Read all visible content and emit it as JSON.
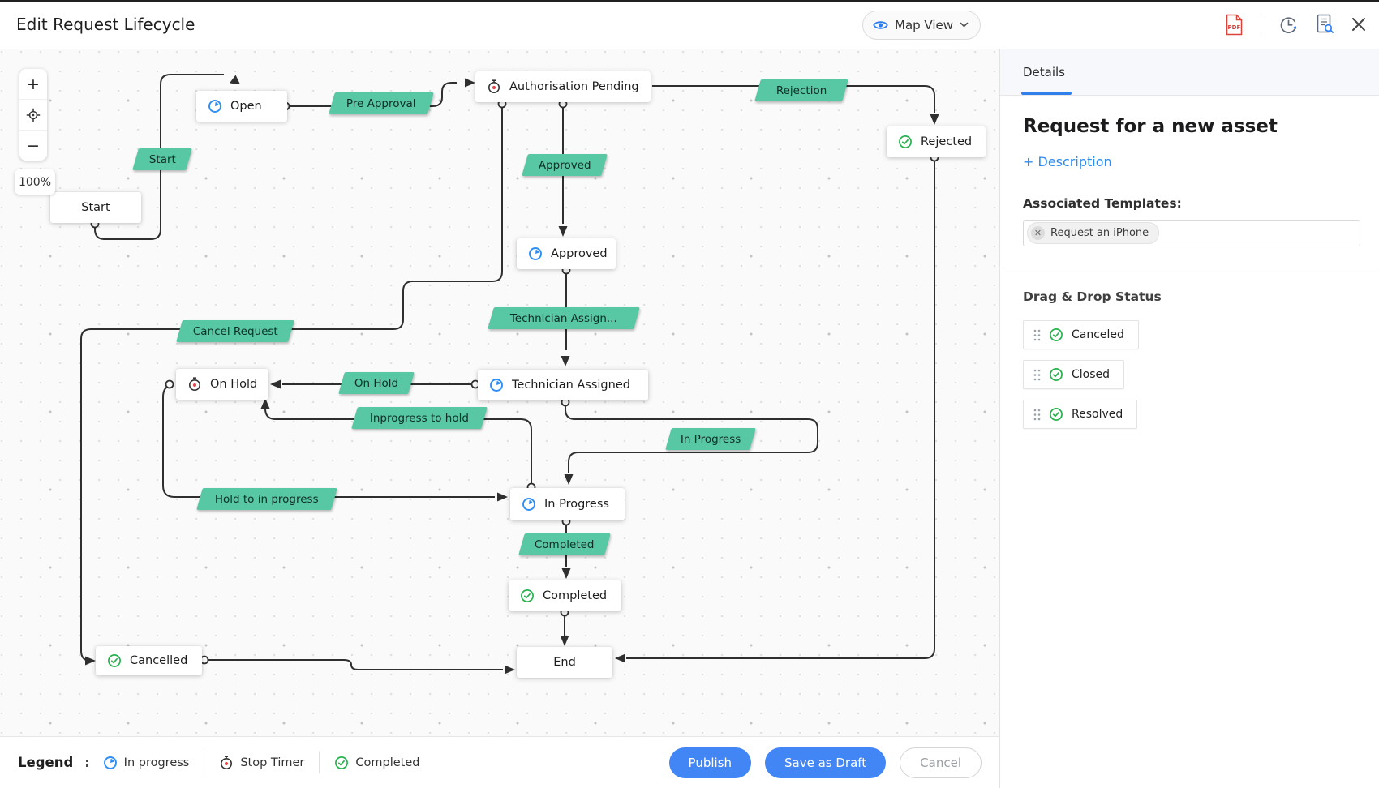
{
  "header": {
    "title": "Edit Request Lifecycle",
    "view_selector": "Map View"
  },
  "canvas": {
    "zoom_level": "100%",
    "zoom_in": "+",
    "zoom_out": "−",
    "nodes": [
      {
        "id": "start",
        "label": "Start",
        "icon": null
      },
      {
        "id": "open",
        "label": "Open",
        "icon": "in-progress"
      },
      {
        "id": "auth-pending",
        "label": "Authorisation Pending",
        "icon": "stop-timer"
      },
      {
        "id": "rejected",
        "label": "Rejected",
        "icon": "completed"
      },
      {
        "id": "approved",
        "label": "Approved",
        "icon": "in-progress"
      },
      {
        "id": "technician-assigned",
        "label": "Technician Assigned",
        "icon": "in-progress"
      },
      {
        "id": "on-hold",
        "label": "On Hold",
        "icon": "stop-timer"
      },
      {
        "id": "in-progress",
        "label": "In Progress",
        "icon": "in-progress"
      },
      {
        "id": "completed",
        "label": "Completed",
        "icon": "completed"
      },
      {
        "id": "cancelled",
        "label": "Cancelled",
        "icon": "completed"
      },
      {
        "id": "end",
        "label": "End",
        "icon": null
      }
    ],
    "transitions": [
      {
        "id": "t-start",
        "label": "Start"
      },
      {
        "id": "t-pre-approval",
        "label": "Pre Approval"
      },
      {
        "id": "t-rejection",
        "label": "Rejection"
      },
      {
        "id": "t-approved",
        "label": "Approved"
      },
      {
        "id": "t-technician-assign",
        "label": "Technician Assign..."
      },
      {
        "id": "t-cancel-request",
        "label": "Cancel Request"
      },
      {
        "id": "t-on-hold",
        "label": "On Hold"
      },
      {
        "id": "t-inprogress-to-hold",
        "label": "Inprogress to hold"
      },
      {
        "id": "t-in-progress",
        "label": "In Progress"
      },
      {
        "id": "t-hold-to-in-progress",
        "label": "Hold to in progress"
      },
      {
        "id": "t-completed",
        "label": "Completed"
      }
    ]
  },
  "sidebar": {
    "tab": "Details",
    "request_title": "Request for a new asset",
    "description_link": "+ Description",
    "associated_templates_label": "Associated Templates:",
    "template_chip": "Request an iPhone",
    "drag_drop_heading": "Drag & Drop Status",
    "statuses": [
      {
        "label": "Canceled",
        "icon": "completed"
      },
      {
        "label": "Closed",
        "icon": "completed"
      },
      {
        "label": "Resolved",
        "icon": "completed"
      }
    ]
  },
  "legend": {
    "heading": "Legend",
    "colon": ":",
    "items": [
      {
        "icon": "in-progress",
        "label": "In progress"
      },
      {
        "icon": "stop-timer",
        "label": "Stop Timer"
      },
      {
        "icon": "completed",
        "label": "Completed"
      }
    ]
  },
  "footer": {
    "publish": "Publish",
    "save_as_draft": "Save as Draft",
    "cancel": "Cancel"
  },
  "colors": {
    "accent_blue": "#4285f4",
    "transition_green": "#57c8a3",
    "status_green": "#27b14e",
    "progress_blue": "#2e8ef5",
    "link_blue": "#2d8cf0",
    "connector": "#2f2f2f"
  }
}
